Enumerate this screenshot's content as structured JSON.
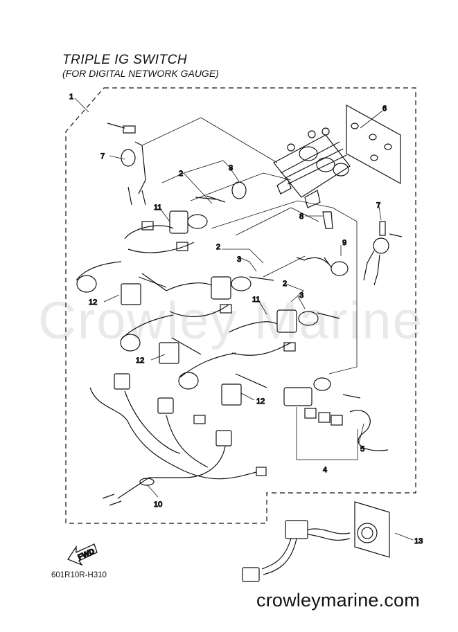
{
  "title": "TRIPLE IG SWITCH",
  "subtitle": "(FOR DIGITAL NETWORK GAUGE)",
  "watermark": "Crowley Marine",
  "diagram_code": "601R10R-H310",
  "site": "crowleymarine.com",
  "fwd_label": "FWD",
  "callouts": [
    "1",
    "2",
    "3",
    "2",
    "3",
    "2",
    "3",
    "4",
    "5",
    "6",
    "7",
    "7",
    "8",
    "9",
    "10",
    "11",
    "11",
    "12",
    "12",
    "12",
    "13"
  ]
}
